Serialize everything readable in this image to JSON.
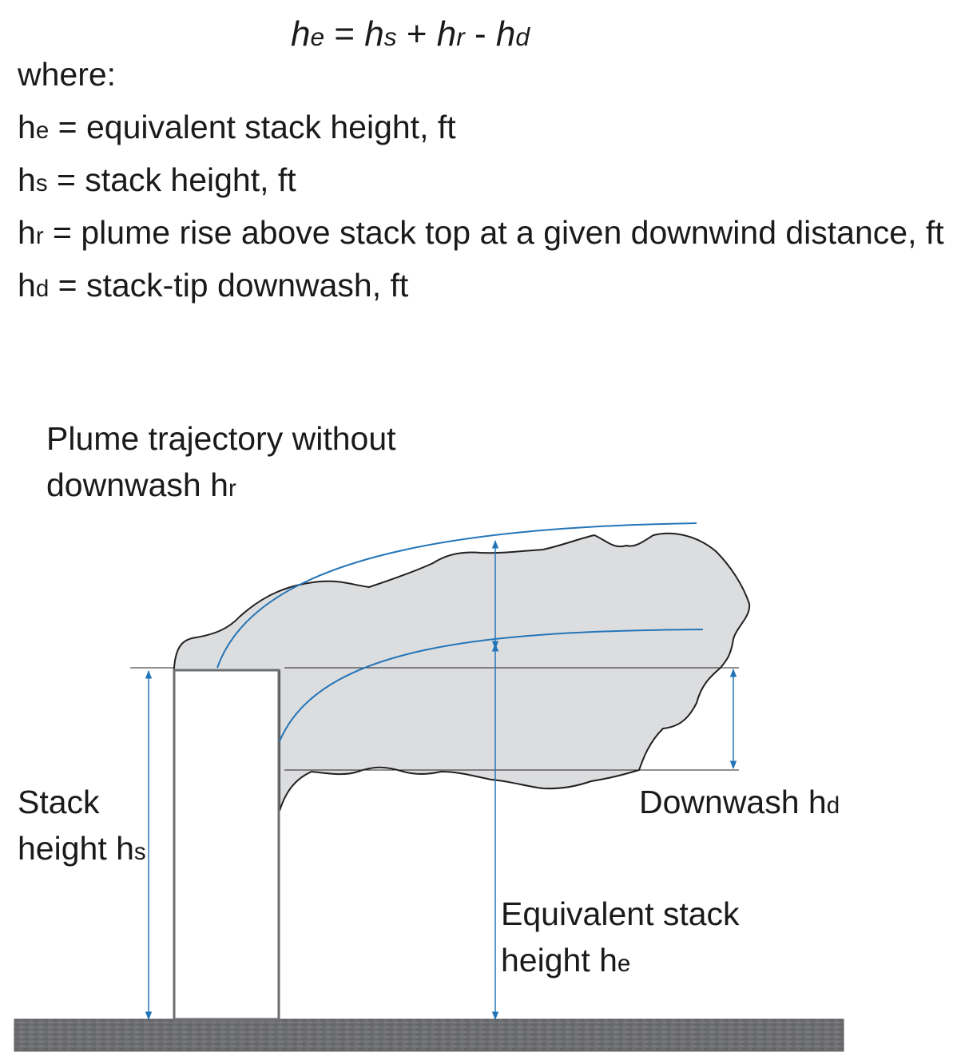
{
  "formula": {
    "lhs": "h",
    "lhs_sub": "e",
    "eq": " = ",
    "t1": "h",
    "t1_sub": "s",
    "plus": " + ",
    "t2": "h",
    "t2_sub": "r",
    "minus": " - ",
    "t3": "h",
    "t3_sub": "d"
  },
  "where_label": "where:",
  "definitions": [
    {
      "sym": "h",
      "sub": "e",
      "text": " = equivalent stack height, ft"
    },
    {
      "sym": "h",
      "sub": "s",
      "text": " = stack height, ft"
    },
    {
      "sym": "h",
      "sub": "r",
      "text": " = plume rise above stack top at a given downwind distance, ft"
    },
    {
      "sym": "h",
      "sub": "d",
      "text": " = stack-tip downwash, ft"
    }
  ],
  "labels": {
    "plume_line1": "Plume trajectory without",
    "plume_line2": "downwash h",
    "plume_sub": "r",
    "stack_line1": "Stack",
    "stack_line2": "height h",
    "stack_sub": "s",
    "downwash": "Downwash h",
    "downwash_sub": "d",
    "equiv_line1": "Equivalent stack",
    "equiv_line2": "height h",
    "equiv_sub": "e"
  },
  "colors": {
    "plume_fill": "#dcdddf",
    "outline": "#231f20",
    "trajectory": "#2475b8",
    "ground": "#6d6e71"
  }
}
